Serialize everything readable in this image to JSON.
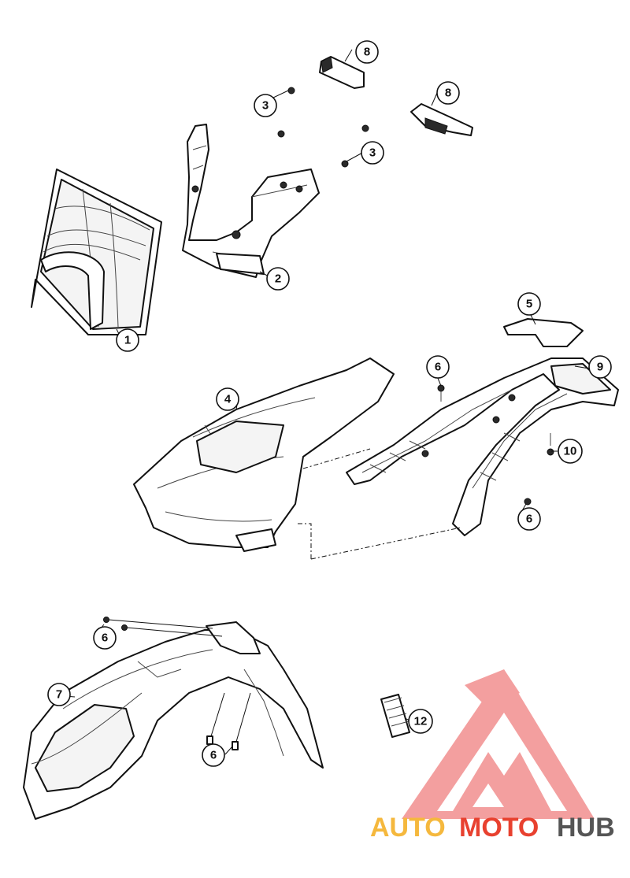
{
  "callouts": {
    "c1": "1",
    "c2": "2",
    "c3a": "3",
    "c3b": "3",
    "c4": "4",
    "c5": "5",
    "c6a": "6",
    "c6b": "6",
    "c6c": "6",
    "c6d": "6",
    "c7": "7",
    "c8a": "8",
    "c8b": "8",
    "c9": "9",
    "c10": "10",
    "c12": "12"
  },
  "watermark": {
    "part1": "AUTO",
    "part2": "MOTO",
    "part3": "HUB",
    "color_orange": "#f5b83d",
    "color_red": "#e8412f",
    "color_gray": "#555555",
    "logo_color": "#f08080"
  }
}
